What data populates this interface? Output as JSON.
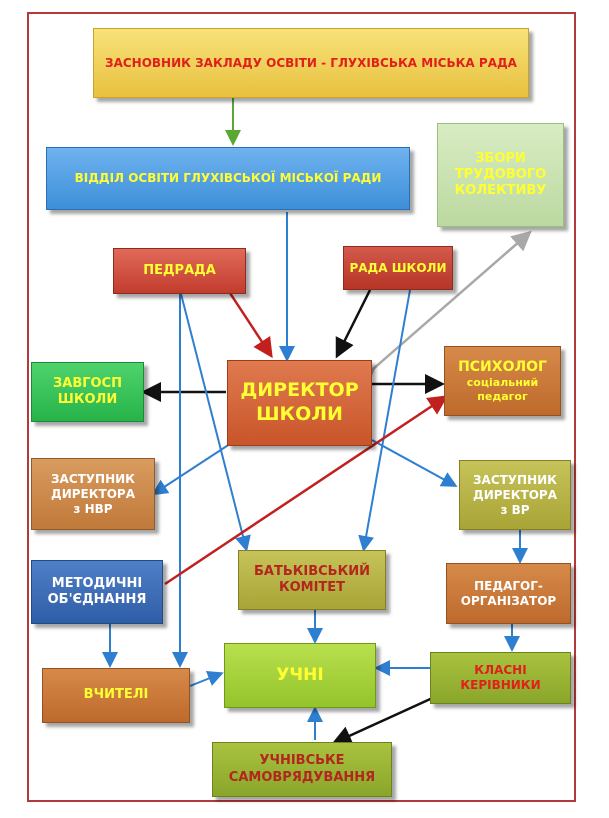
{
  "nodes": {
    "founder": "ЗАСНОВНИК ЗАКЛАДУ ОСВІТИ - ГЛУХІВСЬКА МІСЬКА РАДА",
    "edu_dept": "ВІДДІЛ ОСВІТИ ГЛУХІВСЬКОЇ МІСЬКОЇ РАДИ",
    "labor_meeting": "ЗБОРИ\nТРУДОВОГО\nКОЛЕКТИВУ",
    "pedrada": "ПЕДРАДА",
    "school_council": "РАДА ШКОЛИ",
    "director": "ДИРЕКТОР\nШКОЛИ",
    "zavgosp": "ЗАВГОСП\nШКОЛИ",
    "psychologist_title": "ПСИХОЛОГ",
    "psychologist_sub": "соціальний\nпедагог",
    "deputy_nvr": "ЗАСТУПНИК\nДИРЕКТОРА\nз НВР",
    "deputy_vr": "ЗАСТУПНИК\nДИРЕКТОРА\nз ВР",
    "methodical": "МЕТОДИЧНІ\nОБ'ЄДНАННЯ",
    "parents": "БАТЬКІВСЬКИЙ\nКОМІТЕТ",
    "ped_organizer": "ПЕДАГОГ-\nОРГАНІЗАТОР",
    "teachers": "ВЧИТЕЛІ",
    "students": "УЧНІ",
    "class_teachers": "КЛАСНІ\nКЕРІВНИКИ",
    "self_government": "УЧНІВСЬКЕ\nСАМОВРЯДУВАННЯ"
  },
  "colors": {
    "text_white": "#ffffff",
    "text_yellow": "#ffff33",
    "text_red": "#e0201a",
    "text_dark_red": "#b3261e",
    "text_blue": "#1e5fd0",
    "arrow_green": "#5aa832",
    "arrow_blue": "#2f7fd0",
    "arrow_black": "#111111",
    "arrow_red": "#c21f1f",
    "arrow_gray": "#a8a8a8",
    "frame": "#b23a3a"
  }
}
